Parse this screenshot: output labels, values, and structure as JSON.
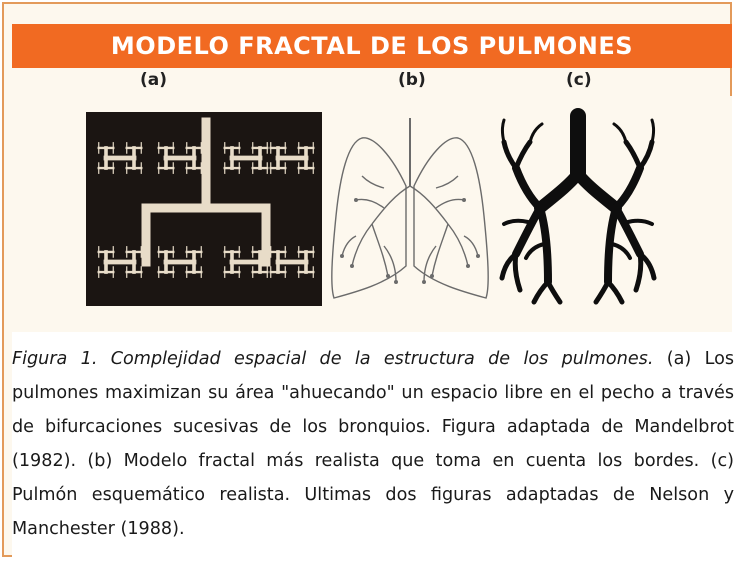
{
  "header": {
    "title": "MODELO FRACTAL DE LOS PULMONES"
  },
  "panels": [
    {
      "label": "(a)",
      "icon": "fractal-h-tree-icon"
    },
    {
      "label": "(b)",
      "icon": "lung-outline-icon"
    },
    {
      "label": "(c)",
      "icon": "bronchial-tree-icon"
    }
  ],
  "caption": {
    "figure_title": "Figura 1. Complejidad espacial de la estructura de los pulmones.",
    "body": " (a) Los pulmones maximizan su área \"ahuecando\" un espacio libre en el pecho a través de bifurcaciones sucesivas de los bronquios. Figura adaptada de Mandelbrot (1982). (b) Modelo fractal más realista que toma en cuenta los bordes. (c) Pulmón esquemático realista. Ultimas dos figuras adaptadas de Nelson y Manchester (1988)."
  },
  "colors": {
    "header_bg": "#f16a22",
    "header_text": "#ffffff",
    "panel_bg": "#fdf8ee",
    "fractal_bg": "#1b1512",
    "fractal_line": "#e8dcc8",
    "outline": "#6b6b6b",
    "bronchi": "#0e0e0e"
  }
}
